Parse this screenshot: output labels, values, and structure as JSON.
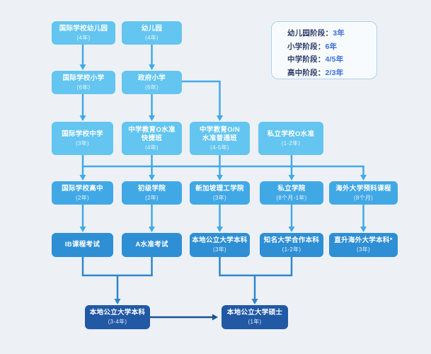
{
  "colors": {
    "bg": "#edf1f5",
    "box-light": "#63c5f0",
    "box-mid": "#41a8e6",
    "box-deep": "#2e8fd4",
    "box-navy": "#2159a5",
    "arrow-light": "#41aae8",
    "arrow-deep": "#2e86cc",
    "arrow-navy": "#1d5294",
    "legend-bg": "#f8fbfd",
    "legend-border": "#a9d3ee",
    "legend-label": "#2b3a67",
    "legend-value": "#3a6fd8"
  },
  "legend": {
    "items": [
      {
        "label": "幼儿园阶段：",
        "value": "3年"
      },
      {
        "label": "小学阶段：",
        "value": "6年"
      },
      {
        "label": "中学阶段：",
        "value": "4/5年"
      },
      {
        "label": "高中阶段：",
        "value": "2/3年"
      }
    ]
  },
  "nodes": {
    "kg_intl": {
      "title": "国际学校幼儿园",
      "sub": "(4年)"
    },
    "kg": {
      "title": "幼儿园",
      "sub": "(4年)"
    },
    "pri_intl": {
      "title": "国际学校小学",
      "sub": "(6年)"
    },
    "pri_gov": {
      "title": "政府小学",
      "sub": "(6年)"
    },
    "sec_intl": {
      "title": "国际学校中学",
      "sub": "(3年)"
    },
    "sec_o_express": {
      "title": "中学教育O水准\n快捷班",
      "sub": "(4年)"
    },
    "sec_on_normal": {
      "title": "中学教育O/N\n水准普通班",
      "sub": "(4-5年)"
    },
    "private_o": {
      "title": "私立学校O水准",
      "sub": "(1-2年)"
    },
    "high_intl": {
      "title": "国际学校高中",
      "sub": "(2年)"
    },
    "jc": {
      "title": "初级学院",
      "sub": "(2年)"
    },
    "poly": {
      "title": "新加坡理工学院",
      "sub": "(3年)"
    },
    "private_college": {
      "title": "私立学院",
      "sub": "(8个月-1年)"
    },
    "overseas_prep": {
      "title": "海外大学预科课程",
      "sub": "(8个月)"
    },
    "ib_exam": {
      "title": "IB课程考试"
    },
    "a_level_exam": {
      "title": "A水准考试"
    },
    "local_uni_3y": {
      "title": "本地公立大学本科",
      "sub": "(3年)"
    },
    "partner_uni": {
      "title": "知名大学合作本科",
      "sub": "(1-2年)"
    },
    "overseas_direct": {
      "title": "直升海外大学本科*",
      "sub": "(3年)"
    },
    "local_uni_34y": {
      "title": "本地公立大学本科",
      "sub": "(3-4年)"
    },
    "local_masters": {
      "title": "本地公立大学硕士",
      "sub": "(1年)"
    }
  }
}
